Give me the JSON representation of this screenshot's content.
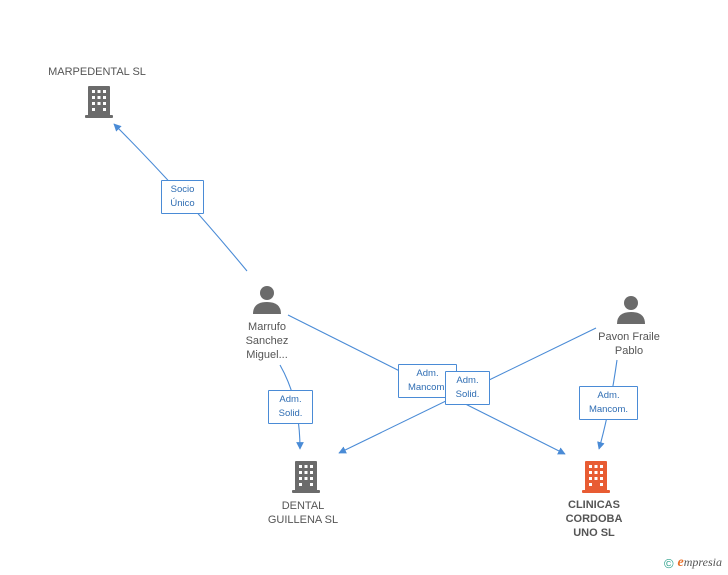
{
  "nodes": {
    "marpedental": {
      "label": "MARPEDENTAL SL",
      "type": "company",
      "color": "#6b6b6b"
    },
    "marrufo": {
      "label": "Marrufo\nSanchez\nMiguel...",
      "type": "person",
      "color": "#6b6b6b"
    },
    "pavon": {
      "label": "Pavon Fraile\nPablo",
      "type": "person",
      "color": "#6b6b6b"
    },
    "dental": {
      "label": "DENTAL\nGUILLENA  SL",
      "type": "company",
      "color": "#6b6b6b"
    },
    "clinicas": {
      "label": "CLINICAS\nCORDOBA\nUNO SL",
      "type": "company",
      "color": "#e85c33"
    }
  },
  "edges": {
    "socio": {
      "label": "Socio\nÚnico"
    },
    "marrufo_dental": {
      "label": "Adm.\nSolid."
    },
    "marrufo_clinicas": {
      "label": "Adm.\nMancom."
    },
    "pavon_dental": {
      "label": "Adm.\nSolid."
    },
    "pavon_clinicas": {
      "label": "Adm.\nMancom."
    }
  },
  "colors": {
    "edge": "#4a8bd6",
    "label_text": "#2f6db3"
  },
  "footer": {
    "copyright_symbol": "©",
    "brand_initial": "e",
    "brand_rest": "mpresia"
  }
}
